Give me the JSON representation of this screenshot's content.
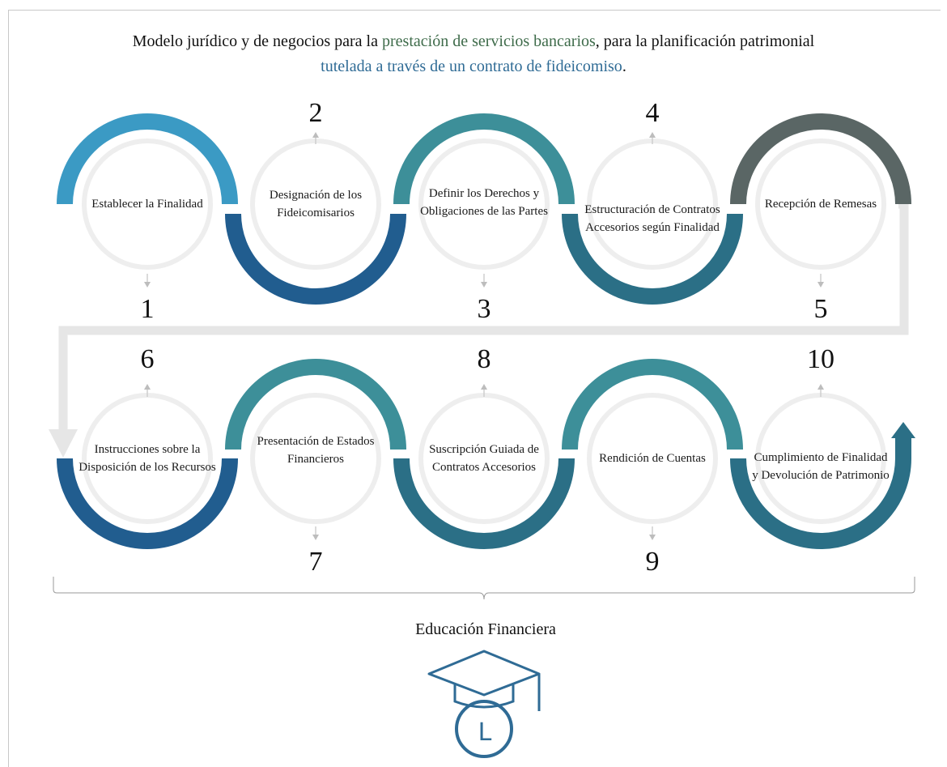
{
  "title": {
    "part1": "Modelo jurídico y de negocios para la ",
    "highlight1": "prestación de servicios bancarios",
    "part2": ", para la planificación patrimonial",
    "highlight2": "tutelada a través de un contrato de fideicomiso",
    "part3": "."
  },
  "steps": [
    {
      "number": "1",
      "label": "Establecer la Finalidad"
    },
    {
      "number": "2",
      "label": "Designación de los Fideicomisarios"
    },
    {
      "number": "3",
      "label": "Definir los Derechos y Obligaciones de las Partes"
    },
    {
      "number": "4",
      "label": "Estructuración de Contratos Accesorios según Finalidad"
    },
    {
      "number": "5",
      "label": "Recepción de Remesas"
    },
    {
      "number": "6",
      "label": "Instrucciones sobre la Disposición de los Recursos"
    },
    {
      "number": "7",
      "label": "Presentación de Estados Financieros"
    },
    {
      "number": "8",
      "label": "Suscripción Guiada de Contratos Accesorios"
    },
    {
      "number": "9",
      "label": "Rendición de Cuentas"
    },
    {
      "number": "10",
      "label": "Cumplimiento de Finalidad y Devolución de Patrimonio"
    }
  ],
  "footer": {
    "label": "Educación Financiera",
    "icon": "graduation-cap-icon",
    "icon_letter": "L"
  },
  "colors": {
    "arc_light_blue": "#3b9ac4",
    "arc_dark_blue": "#215d8f",
    "arc_teal": "#3d8f99",
    "arc_dark_teal": "#2b6f86",
    "arc_gray": "#5a6665",
    "circle_gray": "#eeeeee",
    "connector_gray": "#e6e6e6"
  }
}
